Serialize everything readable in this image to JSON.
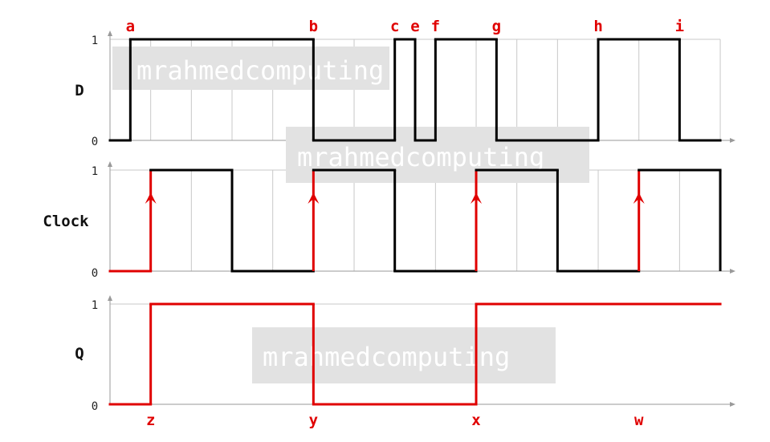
{
  "watermark": "mrahmedcomputing",
  "colors": {
    "wave": "#000000",
    "highlight": "#e00000",
    "grid": "#c8c8c8",
    "axis": "#9a9a9a",
    "watermark_bg": "#e2e2e2"
  },
  "time": {
    "start": 0,
    "end": 15,
    "unit_marks": [
      0,
      1,
      2,
      3,
      4,
      5,
      6,
      7,
      8,
      9,
      10,
      11,
      12,
      13,
      14,
      15
    ]
  },
  "panels": [
    {
      "id": "d",
      "label": "D",
      "high_label": "1",
      "low_label": "0",
      "initial": 0,
      "transitions": [
        0.5,
        5,
        7,
        7.5,
        8,
        9.5,
        12,
        14
      ],
      "end_level": 0
    },
    {
      "id": "clock",
      "label": "Clock",
      "high_label": "1",
      "low_label": "0",
      "initial": 0,
      "transitions": [
        1,
        3,
        5,
        7,
        9,
        11,
        13,
        15
      ],
      "end_level": 0,
      "rising_edges": [
        1,
        5,
        9,
        13
      ]
    },
    {
      "id": "q",
      "label": "Q",
      "high_label": "1",
      "low_label": "0",
      "initial": 0,
      "transitions": [
        1,
        5,
        9
      ],
      "end_level": 1
    }
  ],
  "top_events": [
    {
      "label": "a",
      "t": 0.5
    },
    {
      "label": "b",
      "t": 5
    },
    {
      "label": "c",
      "t": 7
    },
    {
      "label": "e",
      "t": 7.5
    },
    {
      "label": "f",
      "t": 8
    },
    {
      "label": "g",
      "t": 9.5
    },
    {
      "label": "h",
      "t": 12
    },
    {
      "label": "i",
      "t": 14
    }
  ],
  "bottom_events": [
    {
      "label": "z",
      "t": 1
    },
    {
      "label": "y",
      "t": 5
    },
    {
      "label": "x",
      "t": 9
    },
    {
      "label": "w",
      "t": 13
    }
  ]
}
